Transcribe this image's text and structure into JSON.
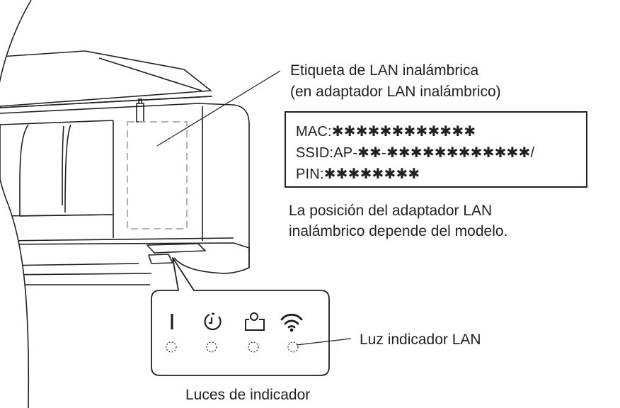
{
  "callouts": {
    "wireless_lan_label": {
      "line1": "Etiqueta de LAN inalámbrica",
      "line2": "(en adaptador LAN inalámbrico)"
    },
    "mac_label_box": {
      "mac": "MAC:✱✱✱✱✱✱✱✱✱✱✱✱",
      "ssid": "SSID:AP-✱✱-✱✱✱✱✱✱✱✱✱✱✱✱/",
      "pin": "PIN:✱✱✱✱✱✱✱✱"
    },
    "position_note": {
      "line1": "La posición del adaptador LAN",
      "line2": "inalámbrico depende del modelo."
    },
    "lan_indicator_light": "Luz indicador LAN",
    "indicator_lights": "Luces de indicador"
  },
  "indicator_icons": [
    "power-icon",
    "timer-icon",
    "eco-icon",
    "wifi-icon"
  ],
  "colors": {
    "line": "#231f20",
    "dashed_outline": "#a7a9ac",
    "background": "#ffffff"
  }
}
